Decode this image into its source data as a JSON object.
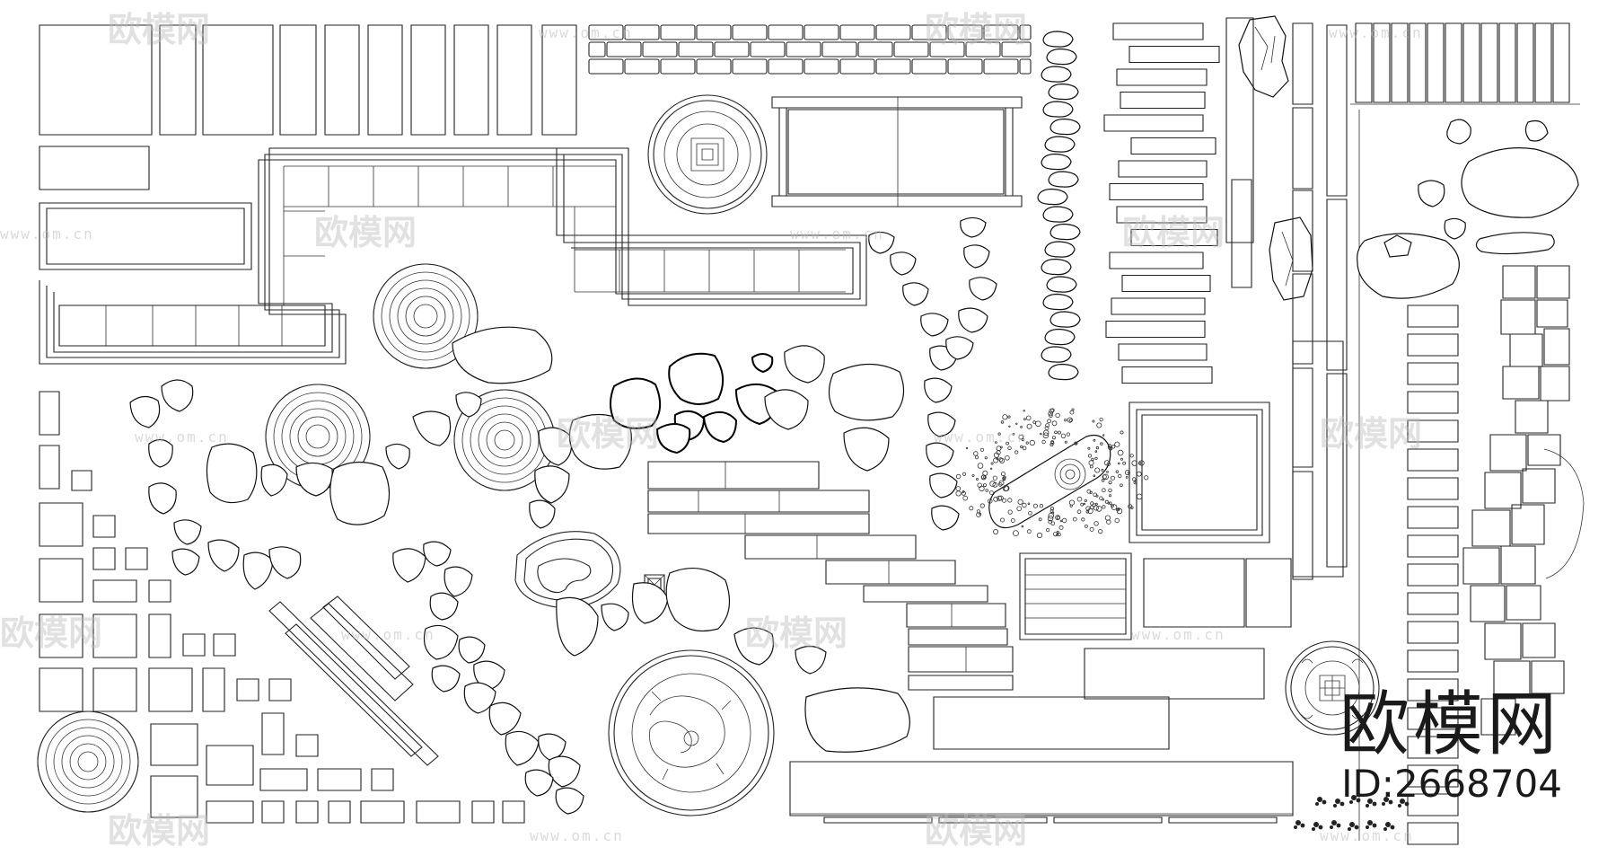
{
  "watermark": {
    "brand": "欧模网",
    "url": "www.om.cn"
  },
  "logo": {
    "brand": "欧模网",
    "id_label": "ID:2668704"
  },
  "colors": {
    "line": "#222222",
    "watermark": "#bdbdbd",
    "background": "#ffffff"
  }
}
